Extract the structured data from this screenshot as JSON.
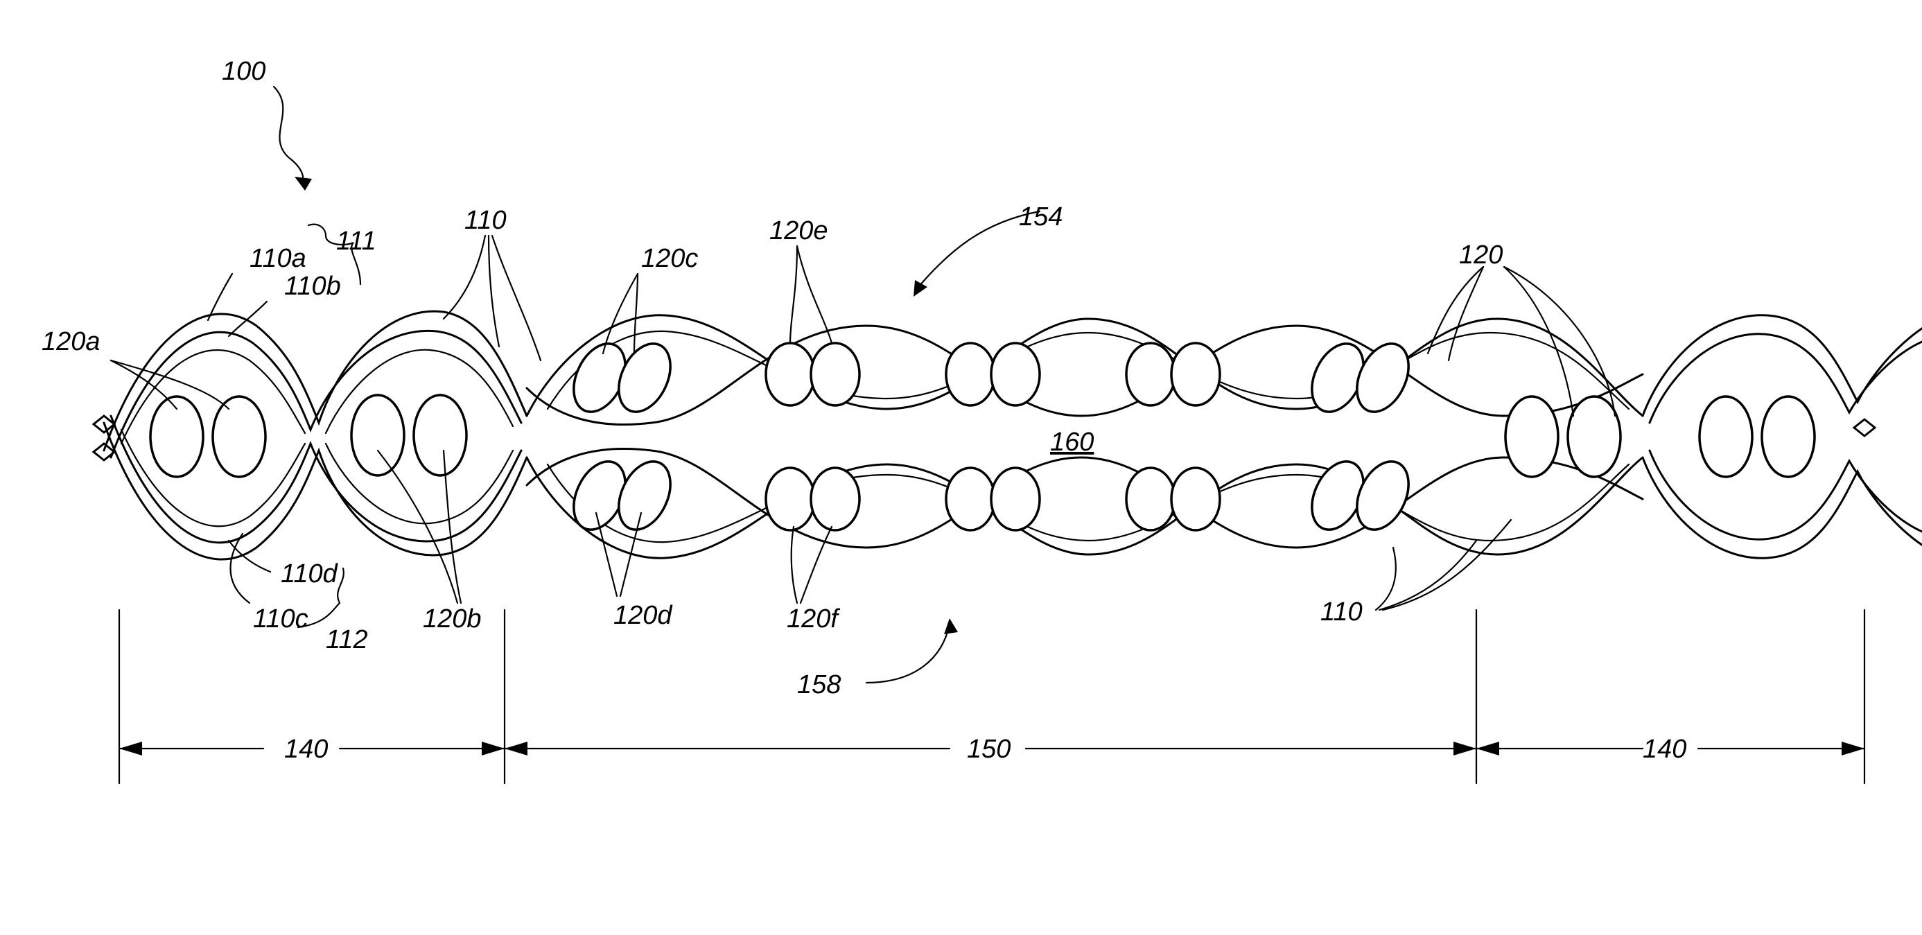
{
  "labels": {
    "assembly": "100",
    "strands": "110",
    "strand_a": "110a",
    "strand_b": "110b",
    "strand_c": "110c",
    "strand_d": "110d",
    "upper_pair": "111",
    "lower_pair": "112",
    "seeds": "120",
    "seed_a": "120a",
    "seed_b": "120b",
    "seed_c": "120c",
    "seed_d": "120d",
    "seed_e": "120e",
    "seed_f": "120f",
    "end_section": "140",
    "middle_section": "150",
    "upper_strand_group": "154",
    "lower_strand_group": "158",
    "gap": "160"
  }
}
